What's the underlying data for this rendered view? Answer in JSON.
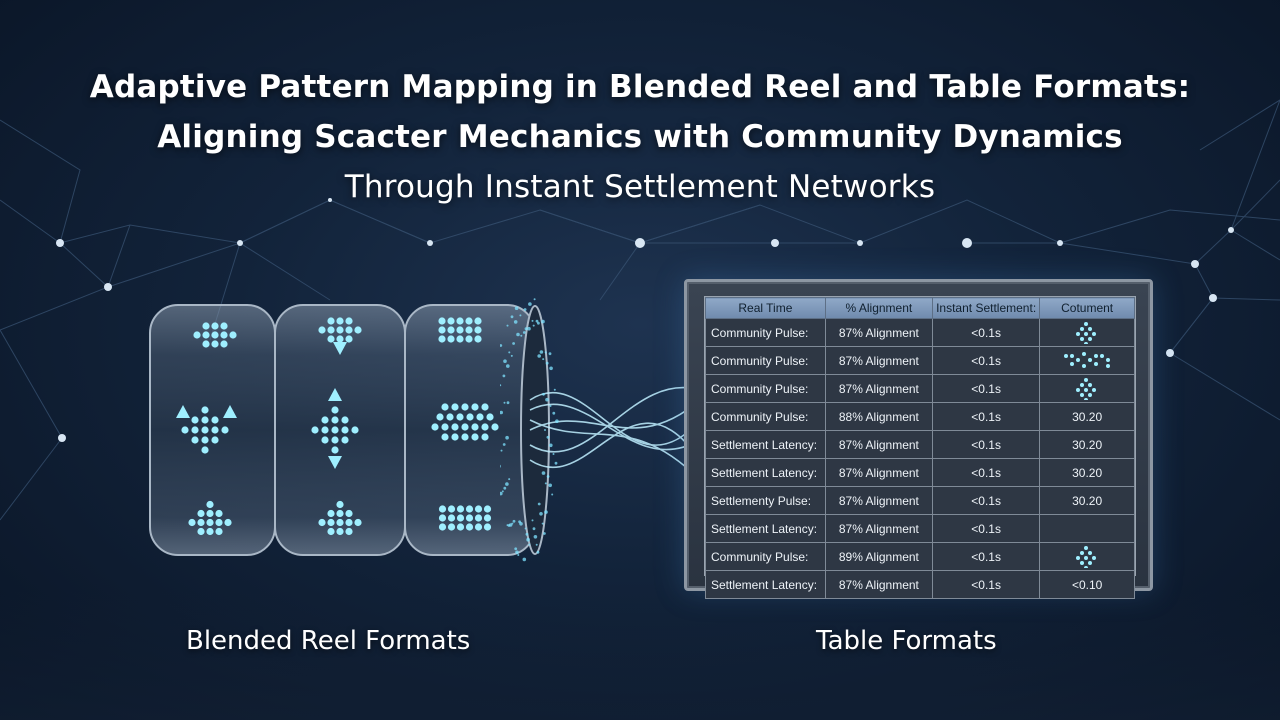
{
  "title": {
    "line1": "Adaptive Pattern Mapping in Blended Reel and Table Formats:",
    "line2": "Aligning Scacter Mechanics with Community Dynamics",
    "line3": "Through Instant Settlement Networks"
  },
  "table": {
    "headers": [
      "Real Time",
      "% Alignment",
      "Instant Settlement:",
      "Cotument"
    ],
    "rows": [
      [
        "Community Pulse:",
        "87% Alignment",
        "<0.1s",
        ""
      ],
      [
        "Community Pulse:",
        "87% Alignment",
        "<0.1s",
        ""
      ],
      [
        "Community Pulse:",
        "87% Alignment",
        "<0.1s",
        ""
      ],
      [
        "Community Pulse:",
        "88% Alignment",
        "<0.1s",
        "30.20"
      ],
      [
        "Settlement Latency:",
        "87% Alignment",
        "<0.1s",
        "30.20"
      ],
      [
        "Settlement Latency:",
        "87% Alignment",
        "<0.1s",
        "30.20"
      ],
      [
        "Settlementy Pulse:",
        "87% Alignment",
        "<0.1s",
        "30.20"
      ],
      [
        "Settlement Latency:",
        "87% Alignment",
        "<0.1s",
        ""
      ],
      [
        "Community Pulse:",
        "89% Alignment",
        "<0.1s",
        ""
      ],
      [
        "Settlement Latency:",
        "87% Alignment",
        "<0.1s",
        "<0.10"
      ]
    ]
  },
  "captions": {
    "left": "Blended Reel Formats",
    "right": "Table Formats"
  },
  "colors": {
    "accent": "#7fe3ff",
    "background": "#12233a",
    "header": "#7f98bb"
  }
}
